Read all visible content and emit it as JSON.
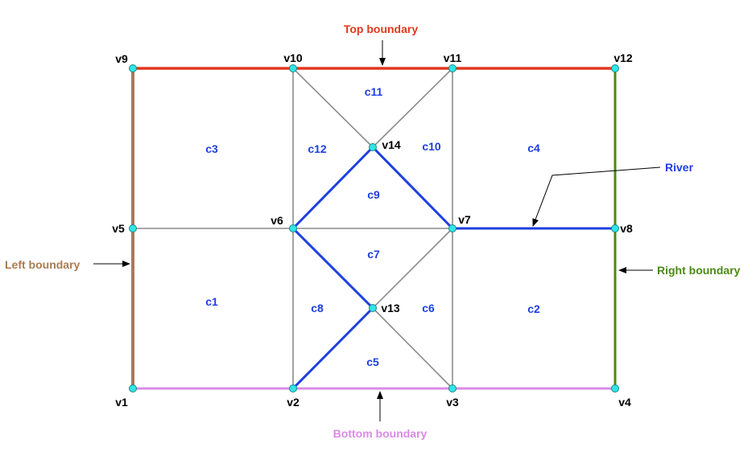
{
  "colors": {
    "grid_edge": "#8c8c8c",
    "river": "#1e3fe0",
    "top_boundary": "#e0391e",
    "bottom_boundary": "#d98be6",
    "left_boundary": "#a97c50",
    "right_boundary": "#4a8a14",
    "vertex_fill": "#2fe6e6",
    "vertex_stroke": "#1a8a8a",
    "cell_label": "#1e3fe0",
    "vertex_label": "#000000"
  },
  "vertices": [
    {
      "id": "v1",
      "label": "v1"
    },
    {
      "id": "v2",
      "label": "v2"
    },
    {
      "id": "v3",
      "label": "v3"
    },
    {
      "id": "v4",
      "label": "v4"
    },
    {
      "id": "v5",
      "label": "v5"
    },
    {
      "id": "v6",
      "label": "v6"
    },
    {
      "id": "v7",
      "label": "v7"
    },
    {
      "id": "v8",
      "label": "v8"
    },
    {
      "id": "v9",
      "label": "v9"
    },
    {
      "id": "v10",
      "label": "v10"
    },
    {
      "id": "v11",
      "label": "v11"
    },
    {
      "id": "v12",
      "label": "v12"
    },
    {
      "id": "v13",
      "label": "v13"
    },
    {
      "id": "v14",
      "label": "v14"
    }
  ],
  "edges": [
    {
      "from": "v5",
      "to": "v6",
      "kind": "grid"
    },
    {
      "from": "v6",
      "to": "v7",
      "kind": "grid"
    },
    {
      "from": "v10",
      "to": "v6",
      "kind": "grid"
    },
    {
      "from": "v6",
      "to": "v2",
      "kind": "grid"
    },
    {
      "from": "v11",
      "to": "v7",
      "kind": "grid"
    },
    {
      "from": "v7",
      "to": "v3",
      "kind": "grid"
    },
    {
      "from": "v10",
      "to": "v14",
      "kind": "grid"
    },
    {
      "from": "v11",
      "to": "v14",
      "kind": "grid"
    },
    {
      "from": "v7",
      "to": "v13",
      "kind": "grid"
    },
    {
      "from": "v13",
      "to": "v3",
      "kind": "grid"
    },
    {
      "from": "v6",
      "to": "v14",
      "kind": "river"
    },
    {
      "from": "v14",
      "to": "v7",
      "kind": "river"
    },
    {
      "from": "v6",
      "to": "v13",
      "kind": "river"
    },
    {
      "from": "v13",
      "to": "v2",
      "kind": "river"
    },
    {
      "from": "v7",
      "to": "v8",
      "kind": "river"
    },
    {
      "from": "v9",
      "to": "v12",
      "kind": "top"
    },
    {
      "from": "v1",
      "to": "v4",
      "kind": "bottom"
    },
    {
      "from": "v9",
      "to": "v1",
      "kind": "left"
    },
    {
      "from": "v12",
      "to": "v4",
      "kind": "right"
    }
  ],
  "cells": [
    "c1",
    "c2",
    "c3",
    "c4",
    "c5",
    "c6",
    "c7",
    "c8",
    "c9",
    "c10",
    "c11",
    "c12"
  ],
  "annotations": {
    "top": "Top boundary",
    "bottom": "Bottom boundary",
    "left": "Left boundary",
    "right": "Right boundary",
    "river": "River"
  }
}
